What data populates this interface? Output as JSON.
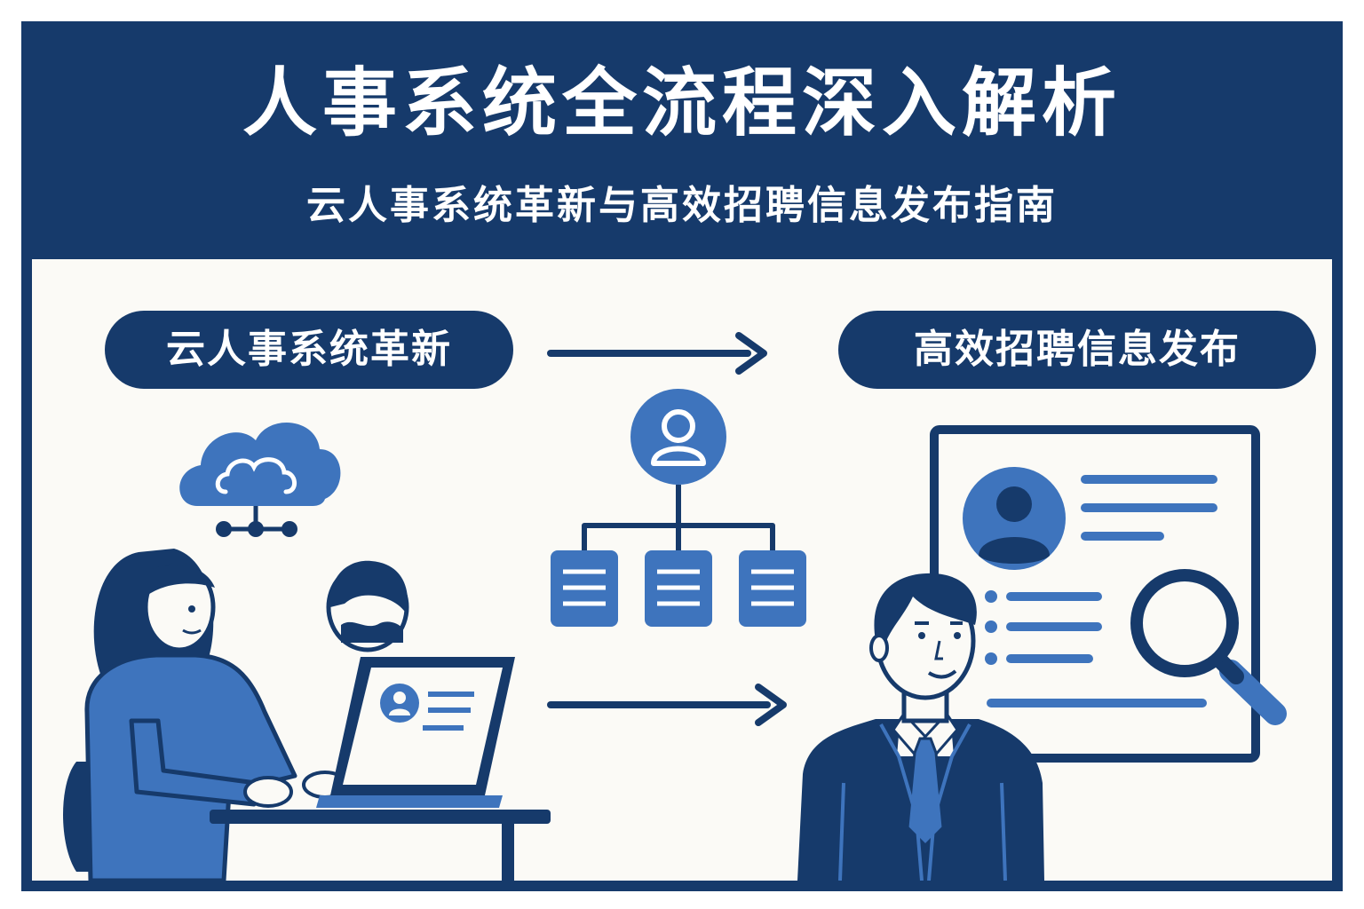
{
  "header": {
    "title": "人事系统全流程深入解析",
    "subtitle": "云人事系统革新与高效招聘信息发布指南"
  },
  "labels": {
    "left": "云人事系统革新",
    "right": "高效招聘信息发布"
  },
  "icons": [
    "cloud-network-icon",
    "org-chart-icon",
    "user-avatar-icon",
    "document-icon",
    "magnifier-icon",
    "arrow-right-icon",
    "laptop-icon"
  ],
  "colors": {
    "navy": "#163a6b",
    "blue": "#3e74bd",
    "background": "#fbfaf6",
    "white": "#ffffff"
  }
}
